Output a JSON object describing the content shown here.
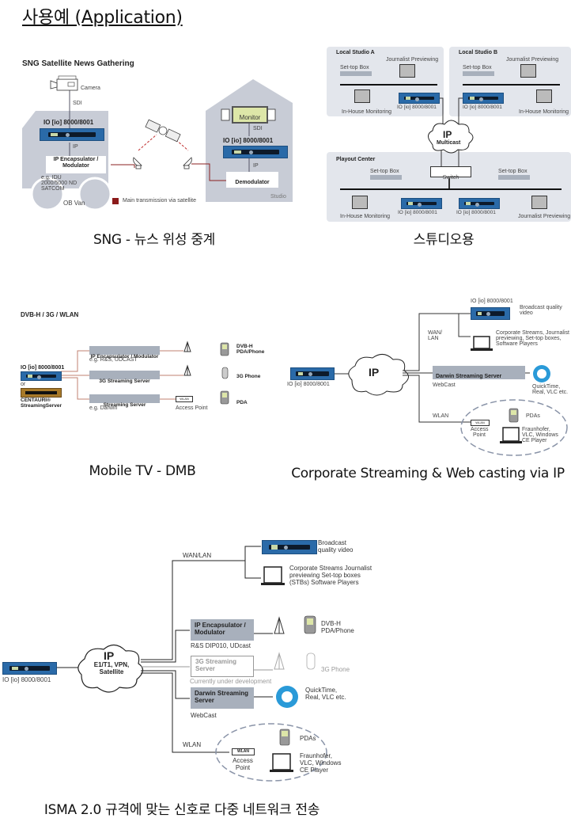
{
  "page_title": "사용예 (Application)",
  "captions": {
    "sng": "SNG - 뉴스 위성 중계",
    "studio": "스튜디오용",
    "mobile": "Mobile TV - DMB",
    "corporate": "Corporate Streaming & Web casting via IP",
    "isma": "ISMA 2.0 규격에 맞는 신호로 다중 네트워크 전송"
  },
  "sng": {
    "title": "SNG Satellite News Gathering",
    "camera": "Camera",
    "sdi": "SDI",
    "device": "IO [io] 8000/8001",
    "ip": "IP",
    "encapsulator": "IP Encapsulator / Modulator",
    "encapsulator_example": "e.g. IDU 2000/5000 ND SATCOM",
    "ob_van": "OB Van",
    "legend": "Main transmission via satellite",
    "legend_color": "#8b1a1a",
    "monitor": "Monitor",
    "studio_sdi": "SDI",
    "studio_device": "IO [io] 8000/8001",
    "studio_ip": "IP",
    "demodulator": "Demodulator",
    "studio": "Studio"
  },
  "studio": {
    "local_a": {
      "title": "Local Studio A",
      "settop": "Set-top  Box",
      "journalist": "Journalist Previewing",
      "monitoring": "In-House Monitoring",
      "device": "IO [io] 8000/8001"
    },
    "local_b": {
      "title": "Local Studio B",
      "settop": "Set-top  Box",
      "journalist": "Journalist Previewing",
      "monitoring": "In-House Monitoring",
      "device": "IO [io] 8000/8001"
    },
    "cloud_title": "IP",
    "cloud_sub": "Multicast",
    "switch": "Switch",
    "playout": {
      "title": "Playout Center",
      "settop_left": "Set-top  Box",
      "settop_right": "Set-top  Box",
      "monitoring": "In-House Monitoring",
      "device1": "IO [io] 8000/8001",
      "device2": "IO [io] 8000/8001",
      "journalist": "Journalist Previewing"
    }
  },
  "mobile": {
    "title": "DVB-H / 3G / WLAN",
    "device": "IO [io] 8000/8001",
    "or": "or",
    "centauri": "CENTAURI® StreamingServer",
    "encapsulator": "IP Encapsulator / Modulator",
    "encapsulator_example": "e.g. R&S, UDCAST",
    "streaming_3g": "3G Streaming Server",
    "streaming": "Streaming Server",
    "streaming_example": "e.g. Darwin",
    "wlan": "WLAN",
    "access_point": "Access Point",
    "dvbh": "DVB-H PDA/Phone",
    "phone3g": "3G Phone",
    "pda": "PDA"
  },
  "corporate": {
    "device": "IO [io] 8000/8001",
    "cloud": "IP",
    "wan": "WAN/ LAN",
    "top_device": "IO [io] 8000/8001",
    "broadcast": "Broadcast quality video",
    "corp_streams": "Corporate Streams, Journalist previewing, Set-top boxes, Software Players",
    "darwin": "Darwin Streaming Server",
    "webcast": "WebCast",
    "quicktime": "QuickTime, Real, VLC etc.",
    "wlan": "WLAN",
    "wlan_box": "WLAN",
    "access_point": "Access Point",
    "pdas": "PDAs",
    "fraunhofer": "Fraunhofer, VLC, Windows CE Player"
  },
  "isma": {
    "device": "IO [io] 8000/8001",
    "cloud_title": "IP",
    "cloud_sub": "E1/T1, VPN, Satellite",
    "wan": "WAN/LAN",
    "broadcast": "Broadcast quality video",
    "corp_streams": "Corporate Streams Journalist previewing Set-top boxes (STBs) Software Players",
    "encapsulator": "IP Encapsulator / Modulator",
    "encapsulator_example": "R&S DIP010, UDcast",
    "dvbh": "DVB-H PDA/Phone",
    "streaming_3g": "3G Streaming Server",
    "dev_note": "Currently under development",
    "phone3g": "3G Phone",
    "darwin": "Darwin Streaming Server",
    "webcast": "WebCast",
    "quicktime": "QuickTime, Real, VLC etc.",
    "wlan": "WLAN",
    "wlan_box": "WLAN",
    "access_point": "Access Point",
    "pdas": "PDAs",
    "fraunhofer": "Fraunhofer, VLC, Windows CE Player"
  }
}
